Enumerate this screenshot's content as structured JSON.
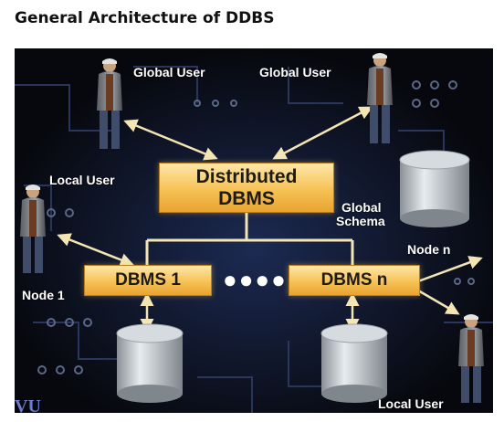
{
  "title": "General Architecture of DDBS",
  "diagram": {
    "central": [
      "Distributed",
      "DBMS"
    ],
    "dbms1": "DBMS 1",
    "dbmsn": "DBMS n",
    "dots": "●●●●",
    "labels": {
      "global_user_1": "Global User",
      "global_user_2": "Global User",
      "local_user_left": "Local User",
      "local_user_right": "Local User",
      "global_schema_1": "Global",
      "global_schema_2": "Schema",
      "node_n": "Node n",
      "node_1": "Node 1"
    },
    "logo": "VU"
  },
  "colors": {
    "box": "#f6c255",
    "background": "#0b0d14",
    "arrow": "#f3e6b4"
  }
}
